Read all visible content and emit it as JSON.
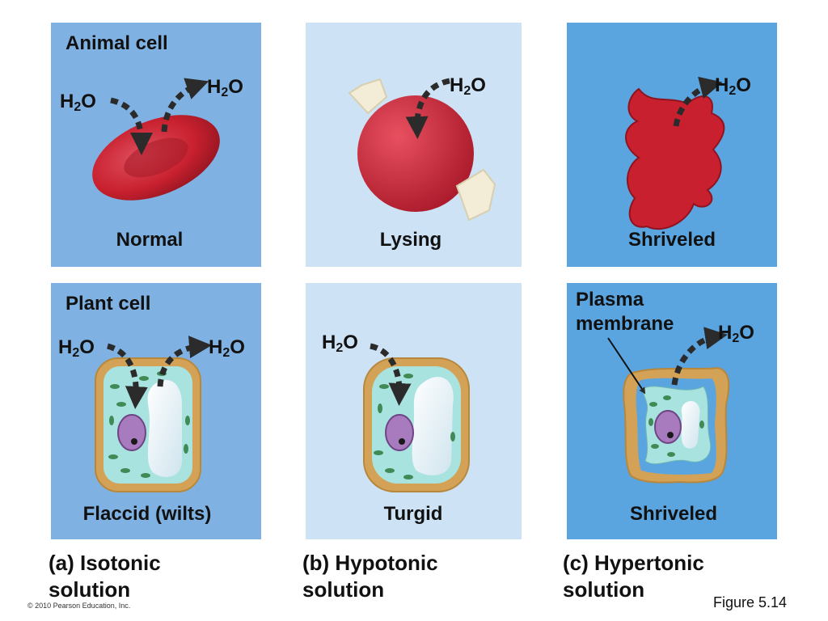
{
  "colors": {
    "isotonic_bg": "#7fb2e2",
    "hypotonic_bg": "#cde2f4",
    "hypertonic_bg": "#5aa5e0",
    "red_cell": "#c8202e",
    "cell_wall": "#d4a256",
    "cytoplasm": "#a9e3e0",
    "chloroplast": "#3f8a55",
    "nucleus": "#a87bbf"
  },
  "labels": {
    "animal_cell": "Animal cell",
    "plant_cell": "Plant cell",
    "plasma_membrane_line1": "Plasma",
    "plasma_membrane_line2": "membrane",
    "water_main": "H",
    "water_sub": "2",
    "water_end": "O"
  },
  "animal_states": [
    "Normal",
    "Lysing",
    "Shriveled"
  ],
  "plant_states": [
    "Flaccid (wilts)",
    "Turgid",
    "Shriveled"
  ],
  "columns": [
    {
      "caption_line1": "(a) Isotonic",
      "caption_line2": "solution"
    },
    {
      "caption_line1": "(b) Hypotonic",
      "caption_line2": "solution"
    },
    {
      "caption_line1": "(c) Hypertonic",
      "caption_line2": "solution"
    }
  ],
  "footer": {
    "copyright": "© 2010 Pearson Education, Inc.",
    "figure": "Figure 5.14"
  }
}
